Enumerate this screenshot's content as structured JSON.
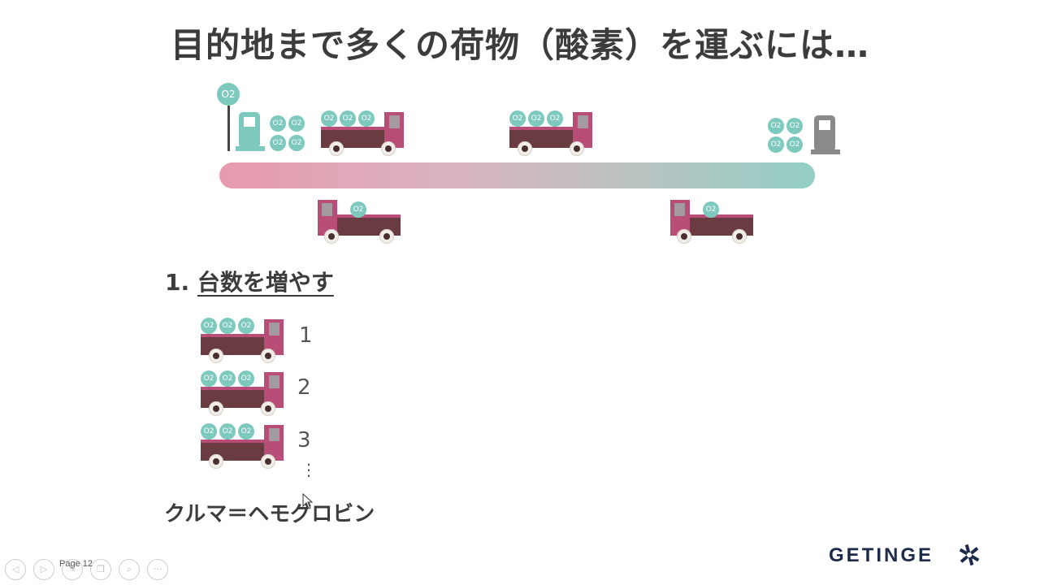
{
  "slide": {
    "title": "目的地まで多くの荷物（酸素）を運ぶには…",
    "o2_label": "O2",
    "heading_num": "1.",
    "heading_text": "台数を増やす",
    "rows": [
      {
        "number": "1"
      },
      {
        "number": "2"
      },
      {
        "number": "3"
      }
    ],
    "dots": "⋮",
    "caption": "クルマ＝ヘモグロビン"
  },
  "footer": {
    "page_label": "Page 12",
    "nav_buttons": [
      {
        "name": "prev-button",
        "glyph": "◁"
      },
      {
        "name": "next-button",
        "glyph": "▷"
      },
      {
        "name": "pen-button",
        "glyph": "✎"
      },
      {
        "name": "slides-button",
        "glyph": "❐"
      },
      {
        "name": "zoom-button",
        "glyph": "⌕"
      },
      {
        "name": "more-button",
        "glyph": "···"
      }
    ],
    "logo_text": "GETINGE"
  },
  "colors": {
    "o2": "#7ec9bd",
    "truck_body": "#b84d78",
    "truck_bed": "#6b3b42",
    "road_start": "#e89aae",
    "road_end": "#93cec4"
  }
}
